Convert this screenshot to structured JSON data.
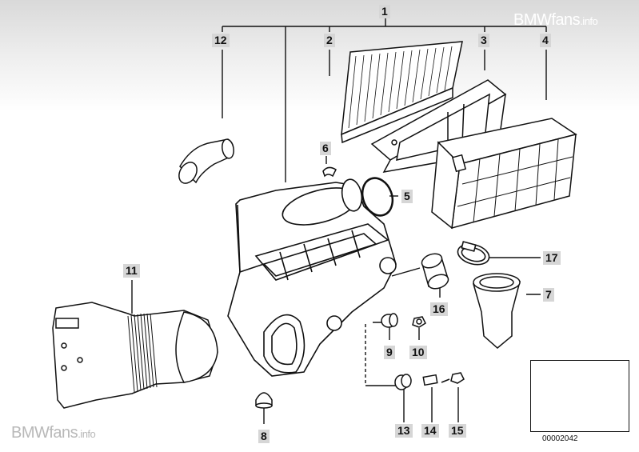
{
  "watermarks": {
    "top": {
      "main": "BMWfans",
      "suffix": ".info"
    },
    "bottom": {
      "main": "BMWfans",
      "suffix": ".info"
    }
  },
  "part_numbers": {
    "p1": "1",
    "p2": "2",
    "p3": "3",
    "p4": "4",
    "p5": "5",
    "p6": "6",
    "p7": "7",
    "p8": "8",
    "p9": "9",
    "p10": "10",
    "p11": "11",
    "p12": "12",
    "p13": "13",
    "p14": "14",
    "p15": "15",
    "p16": "16",
    "p17": "17"
  },
  "inset": {
    "code": "00002042"
  },
  "colors": {
    "line": "#111111",
    "label_bg": "#d6d6d6"
  }
}
